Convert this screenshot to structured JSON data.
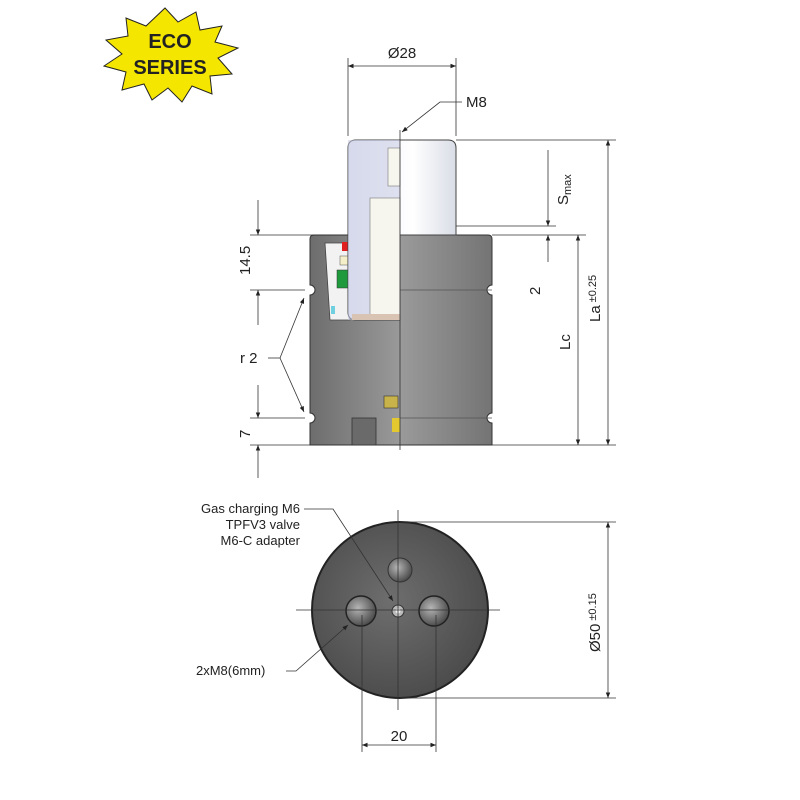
{
  "badge": {
    "line1": "ECO",
    "line2": "SERIES",
    "color": "#f5e600"
  },
  "side_view": {
    "diameter_rod": "Ø28",
    "thread_top": "M8",
    "stroke_label": "S",
    "stroke_sub": "max",
    "dim_2": "2",
    "dim_lc": "Lc",
    "dim_la": "La",
    "dim_la_tol": "±0.25",
    "dim_14_5": "14.5",
    "dim_7": "7",
    "radius": "r 2"
  },
  "bottom_view": {
    "callout_gas_1": "Gas charging M6",
    "callout_gas_2": "TPFV3 valve",
    "callout_gas_3": "M6-C adapter",
    "callout_holes": "2xM8(6mm)",
    "diameter_body": "Ø50",
    "diameter_tol": "±0.15",
    "hole_spacing": "20"
  }
}
